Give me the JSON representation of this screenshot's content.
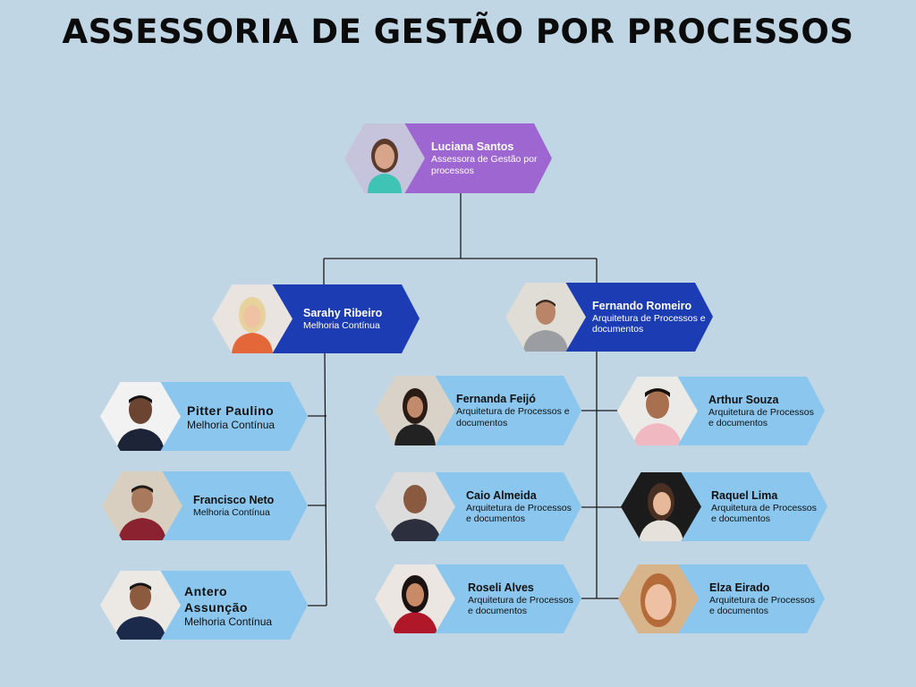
{
  "title": "ASSESSORIA DE GESTÃO POR PROCESSOS",
  "colors": {
    "background": "#c0d6e4",
    "head_banner": "#9e66d0",
    "lead_banner": "#1c3cb4",
    "member_banner": "#8ac6ed"
  },
  "head": {
    "name": "Luciana Santos",
    "role": "Assessora de Gestão por processos"
  },
  "leads": [
    {
      "name": "Sarahy Ribeiro",
      "role": "Melhoria Contínua"
    },
    {
      "name": "Fernando Romeiro",
      "role": "Arquitetura de Processos e documentos"
    }
  ],
  "melhoria_team": [
    {
      "name": "Pitter Paulino",
      "role": "Melhoria Contínua"
    },
    {
      "name": "Francisco Neto",
      "role": "Melhoria Contínua"
    },
    {
      "name": "Antero Assunção",
      "role": "Melhoria Contínua"
    }
  ],
  "arquitetura_team_left": [
    {
      "name": "Fernanda Feijó",
      "role": "Arquitetura de Processos e documentos"
    },
    {
      "name": "Caio Almeida",
      "role": "Arquitetura de Processos e documentos"
    },
    {
      "name": "Roseli Alves",
      "role": "Arquitetura de Processos e documentos"
    }
  ],
  "arquitetura_team_right": [
    {
      "name": "Arthur Souza",
      "role": "Arquitetura de Processos e documentos"
    },
    {
      "name": "Raquel Lima",
      "role": "Arquitetura de Processos e documentos"
    },
    {
      "name": "Elza Eirado",
      "role": "Arquitetura de Processos e documentos"
    }
  ]
}
